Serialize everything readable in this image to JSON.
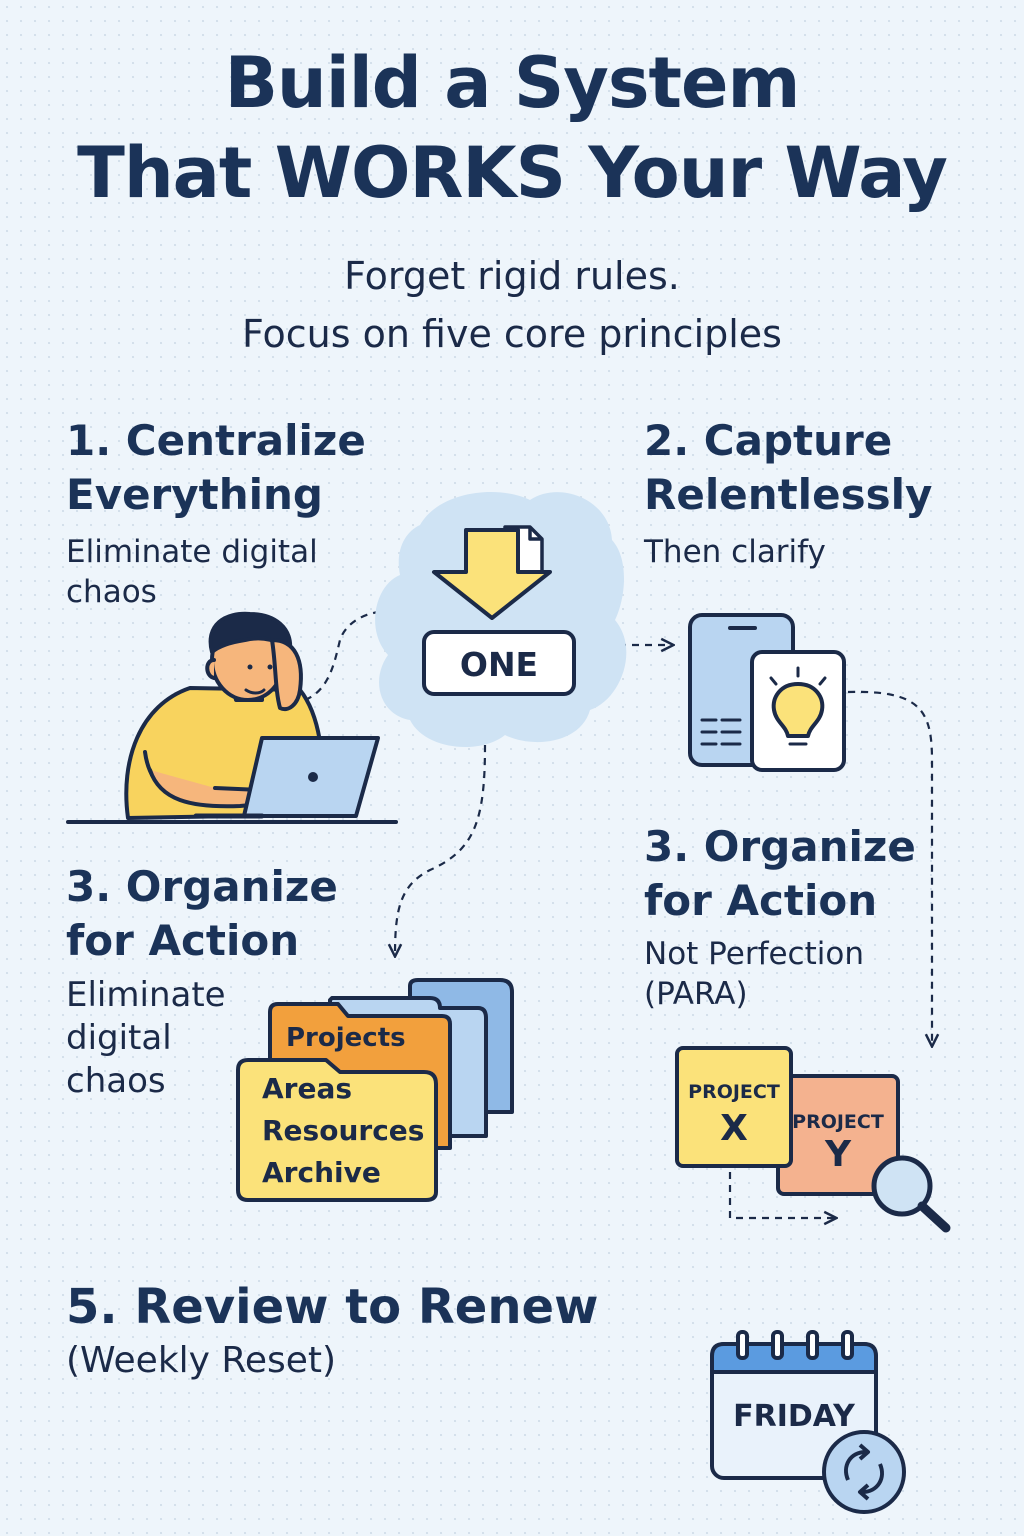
{
  "header": {
    "title_line1": "Build a System",
    "title_line2": "That WORKS Your Way",
    "subtitle_line1": "Forget rigid rules.",
    "subtitle_line2": "Focus on five core principles"
  },
  "principles": {
    "p1": {
      "title_line1": "1. Centralize",
      "title_line2": "Everything",
      "sub_line1": "Eliminate digital",
      "sub_line2": "chaos"
    },
    "p2": {
      "title_line1": "2. Capture",
      "title_line2": "Relentlessly",
      "sub_line1": "Then clarify"
    },
    "p3_left": {
      "title_line1": "3. Organize",
      "title_line2": "for Action",
      "sub_line1": "Eliminate",
      "sub_line2": "digital",
      "sub_line3": "chaos"
    },
    "p3_right": {
      "title_line1": "3. Organize",
      "title_line2": "for Action",
      "sub_line1": "Not Perfection",
      "sub_line2": "(PARA)"
    },
    "p5": {
      "title": "5. Review to Renew",
      "sub": "(Weekly Reset)"
    }
  },
  "illustrations": {
    "one_box_label": "ONE",
    "folders": {
      "projects": "Projects",
      "areas": "Areas",
      "resources": "Resources",
      "archive": "Archive"
    },
    "project_x": {
      "label": "PROJECT",
      "letter": "X"
    },
    "project_y": {
      "label": "PROJECT",
      "letter": "Y"
    },
    "calendar_label": "FRIDAY"
  },
  "colors": {
    "navy": "#1b3358",
    "yellow": "#fbe27a",
    "orange": "#f2a03d",
    "blue_light": "#b9d5f1",
    "salmon": "#f4b28f",
    "cloud": "#cfe3f4"
  }
}
